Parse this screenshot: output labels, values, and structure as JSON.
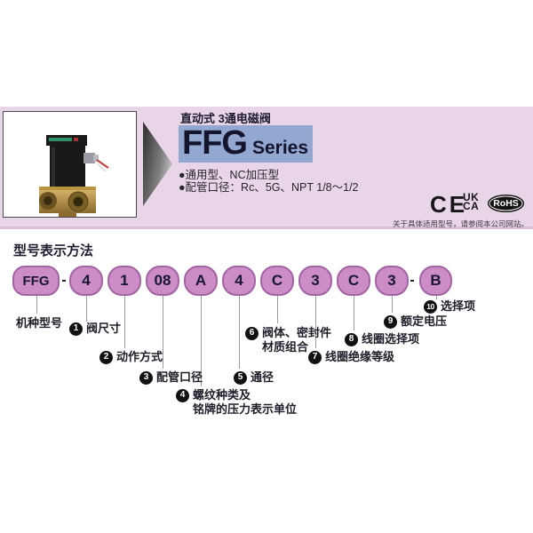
{
  "header": {
    "subtitle": "直动式 3通电磁阀",
    "series": "FFG",
    "series_suffix": "Series",
    "features": [
      "●通用型、NC加压型",
      "●配管口径：Rc、5G、NPT 1/8～1/2"
    ],
    "note": "关于具体适用型号，请参阅本公司网站。",
    "band_color": "#e8d5e7",
    "highlight_color": "#92a8d0",
    "pill_color": "#cb8cc8"
  },
  "certifications": {
    "ce": "CE",
    "ukca_top": "UK",
    "ukca_bottom": "CA",
    "rohs": "RoHS"
  },
  "model_section": {
    "title": "型号表示方法",
    "code": {
      "prefix": "FFG",
      "sep1": "-",
      "segments": [
        "4",
        "1",
        "08",
        "A",
        "4",
        "C",
        "3",
        "C",
        "3"
      ],
      "sep2": "-",
      "suffix": "B"
    },
    "callouts": [
      {
        "num": "",
        "lines": [
          "机种型号"
        ]
      },
      {
        "num": "1",
        "lines": [
          "阀尺寸"
        ]
      },
      {
        "num": "2",
        "lines": [
          "动作方式"
        ]
      },
      {
        "num": "3",
        "lines": [
          "配管口径"
        ]
      },
      {
        "num": "4",
        "lines": [
          "螺纹种类及",
          "铭牌的压力表示单位"
        ]
      },
      {
        "num": "5",
        "lines": [
          "通径"
        ]
      },
      {
        "num": "6",
        "lines": [
          "阀体、密封件",
          "材质组合"
        ]
      },
      {
        "num": "7",
        "lines": [
          "线圈绝缘等级"
        ]
      },
      {
        "num": "8",
        "lines": [
          "线圈选择项"
        ]
      },
      {
        "num": "9",
        "lines": [
          "额定电压"
        ]
      },
      {
        "num": "10",
        "lines": [
          "选择项"
        ]
      }
    ]
  }
}
